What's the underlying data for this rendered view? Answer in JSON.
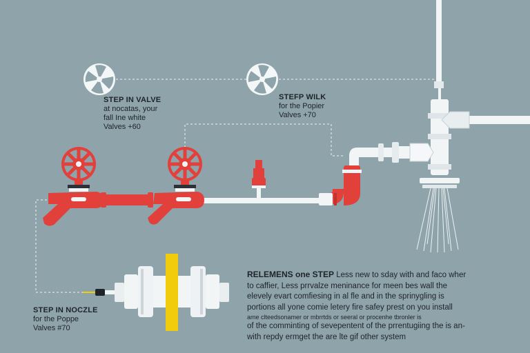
{
  "labels": {
    "valve": {
      "title": "STEP IN VALVE",
      "lines": [
        "at nocatas, your",
        "fall Ine white",
        "Valves +60"
      ]
    },
    "walk": {
      "title": "STEFP WILK",
      "lines": [
        "for the Popier",
        "Valves +70"
      ]
    },
    "nozzle": {
      "title": "STEP IN NOCZLE",
      "lines": [
        "for the Poppe",
        "Valves #70"
      ]
    }
  },
  "notes": {
    "title": "RELEMENS one STEP",
    "line0_rest": "Less new to sday with and faco wher",
    "lines": [
      "to caffier, Less prrvalze meninance for meen bes wall the",
      "elevely evart comfiesing in al fle and in the sprinygling is",
      "portions all yone comie letery fire safey prest on you install",
      "ame clteedsonamer or mbrrtds or seeral or procenhe tbronler is",
      "of the comminting of sevepentent of the prrentugiing the is an-",
      "with repdy ermget the are lte gif other system"
    ]
  },
  "colors": {
    "background": "#8fa3aa",
    "valve_red": "#e2403a",
    "pipe_white": "#f2f5f6",
    "flange_yellow": "#f0cc0c",
    "text": "#1d2429"
  },
  "icons": [
    "fan-icon",
    "fan-icon",
    "handwheel-icon",
    "handwheel-icon",
    "nozzle-icon",
    "sprinkler-head-icon"
  ]
}
